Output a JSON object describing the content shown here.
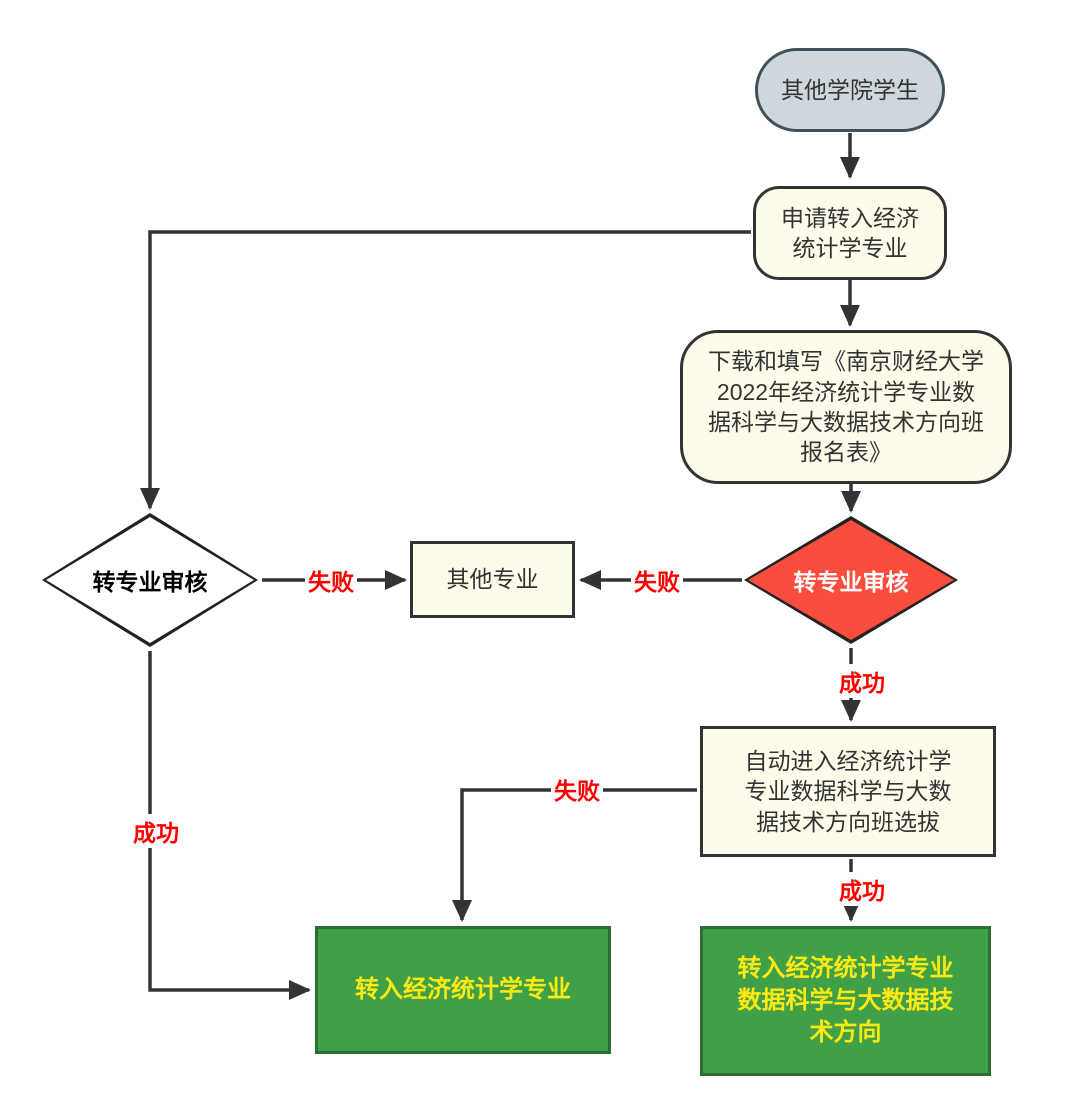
{
  "nodes": {
    "start": {
      "label": "其他学院学生",
      "type": "stadium"
    },
    "apply": {
      "label": "申请转入经济\n统计学专业",
      "type": "rounded"
    },
    "download": {
      "label": "下载和填写《南京财经大学\n2022年经济统计学专业数\n据科学与大数据技术方向班\n报名表》",
      "type": "rounded"
    },
    "review_right": {
      "label": "转专业审核",
      "type": "decision"
    },
    "review_left": {
      "label": "转专业审核",
      "type": "decision"
    },
    "other_major": {
      "label": "其他专业",
      "type": "rect"
    },
    "selection": {
      "label": "自动进入经济统计学\n专业数据科学与大数\n据技术方向班选拔",
      "type": "rect"
    },
    "transfer_major": {
      "label": "转入经济统计学专业",
      "type": "rect-green"
    },
    "transfer_bigdata": {
      "label": "转入经济统计学专业\n数据科学与大数据技\n术方向",
      "type": "rect-green"
    }
  },
  "edges": [
    {
      "from": "start",
      "to": "apply",
      "label": ""
    },
    {
      "from": "apply",
      "to": "download",
      "label": ""
    },
    {
      "from": "apply",
      "to": "review_left",
      "label": ""
    },
    {
      "from": "download",
      "to": "review_right",
      "label": ""
    },
    {
      "from": "review_right",
      "to": "other_major",
      "label": "失败"
    },
    {
      "from": "review_left",
      "to": "other_major",
      "label": "失败"
    },
    {
      "from": "review_right",
      "to": "selection",
      "label": "成功"
    },
    {
      "from": "review_left",
      "to": "transfer_major",
      "label": "成功"
    },
    {
      "from": "selection",
      "to": "transfer_major",
      "label": "失败"
    },
    {
      "from": "selection",
      "to": "transfer_bigdata",
      "label": "成功"
    }
  ],
  "colors": {
    "start_fill": "#cdd7dc",
    "cream_fill": "#fdfcea",
    "node_border": "#333333",
    "decision_fail_fill": "#fb4d3d",
    "decision_pending_fill": "#ffffff",
    "green_fill": "#3fa047",
    "green_border": "#2c6e31",
    "green_text": "#ffe913",
    "edge_label_color": "#ff0000",
    "arrow_color": "#333333"
  }
}
